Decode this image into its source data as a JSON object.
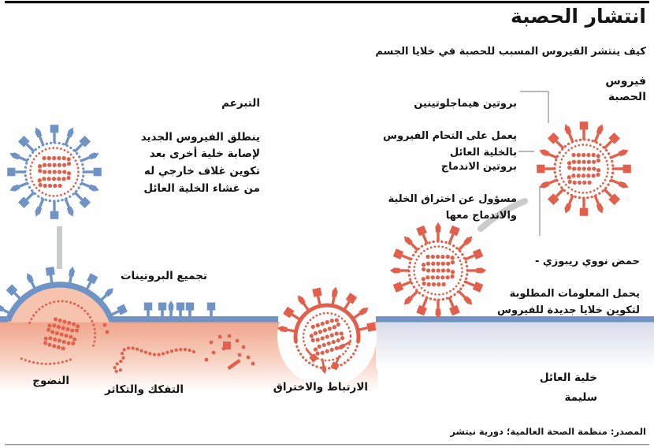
{
  "title": "انتشار الحصبة",
  "subtitle": "كيف ينتشر الفيروس المسبب للحصبة في خلايا الجسم",
  "labels": {
    "virus_name": "فيروس\nالحصبة",
    "hemagglutinin_heading": "بروتين هيماجلوتينين",
    "hemagglutinin_body": "يعمل على التحام الفيروس\nبالخلية العائل",
    "fusion_heading": "بروتين الاندماج",
    "fusion_body": "مسؤول عن اختراق الخلية\nوالاندماج معها",
    "rna_heading": "حمض نووي ريبوزي -",
    "rna_body": "يحمل المعلومات المطلوبة\nلتكوين خلايا جديدة للفيروس",
    "budding_heading": "التبرعم",
    "budding_body": "ينطلق الفيروس الجديد\nلإصابة خلية أخرى بعد\nتكوين غلاف خارجي له\nمن غشاء الخلية العائل",
    "protein_assembly": "تجميع البروتينات",
    "maturation": "النضوج",
    "disassembly": "التفكك والتكاثر",
    "attachment": "الارتباط والاختراق",
    "host_cell": "خلية العائل\nسليمة",
    "source": "المصدر: منظمة الصحة العالمية؛ دورية نيتشر"
  },
  "colors": {
    "virus_red": "#E2604B",
    "membrane_blue": "#6E93C4",
    "cell_pink": "#EFA58B",
    "cell_pink_mid": "#F8D2C2",
    "bulge_pink": "#F5C3AE",
    "healthy_cell": "#D9DCE9",
    "connector_gray": "#C9CCCA",
    "leader_gray": "#8F8F8F"
  }
}
